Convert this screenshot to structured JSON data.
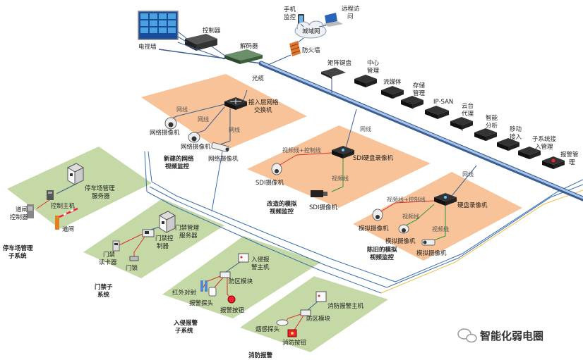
{
  "top": {
    "tv_wall": "电视墙",
    "controller": "控制器",
    "decoder": "解码器",
    "phone_line1": "手机",
    "phone_line2": "监控",
    "wan": "城域网",
    "remote_line1": "远程访",
    "remote_line2": "问",
    "firewall": "防火墙",
    "fiber": "光缆"
  },
  "backbone_modules": [
    {
      "lines": [
        "矩阵键盘"
      ]
    },
    {
      "lines": [
        "中心",
        "管理"
      ]
    },
    {
      "lines": [
        "流媒体"
      ]
    },
    {
      "lines": [
        "存储",
        "管理"
      ]
    },
    {
      "lines": [
        "IP-SAN"
      ]
    },
    {
      "lines": [
        "云台",
        "代理"
      ]
    },
    {
      "lines": [
        "智能",
        "分析"
      ]
    },
    {
      "lines": [
        "移动",
        "接入"
      ]
    },
    {
      "lines": [
        "子系统接",
        "入管理"
      ]
    },
    {
      "lines": [
        "报警管",
        "理"
      ]
    }
  ],
  "zone_network": {
    "switch_line1": "接入层网络",
    "switch_line2": "交换机",
    "wire": "网线",
    "cams": [
      "网络摄像机",
      "网络摄像机",
      "网络摄像机"
    ],
    "title_line1": "新建的网络",
    "title_line2": "视频监控"
  },
  "zone_sdi": {
    "wire_net": "网线",
    "wire_video_ctrl": "视频线+控制线",
    "wire_video": "视频线",
    "recorder": "SDI硬盘录像机",
    "cams": [
      "SDI摄像机",
      "SDI摄像机"
    ],
    "title_line1": "改造的模拟",
    "title_line2": "视频监控"
  },
  "zone_analog": {
    "wire_net": "网线",
    "wire_video_ctrl": "视频线+控制线",
    "wire_video": "视频线",
    "recorder": "硬盘录像机",
    "cams": [
      "模拟摄像机",
      "模拟摄像机",
      "模拟摄像机"
    ],
    "title_line1": "陈旧的模拟",
    "title_line2": "视频监控"
  },
  "zone_parking": {
    "server_line1": "停车场管理",
    "server_line2": "服务器",
    "host": "控制主机",
    "gate_ctrl_line1": "道闸",
    "gate_ctrl_line2": "控制器",
    "gate": "道闸",
    "title_line1": "停车场管理",
    "title_line2": "子系统"
  },
  "zone_access": {
    "server_line1": "门禁管理",
    "server_line2": "服务器",
    "ctrl_line1": "门禁控",
    "ctrl_line2": "制器",
    "reader_line1": "门禁",
    "reader_line2": "读卡器",
    "lock": "门锁",
    "title_line1": "门禁子",
    "title_line2": "系统"
  },
  "zone_intrusion": {
    "host_line1": "入侵报",
    "host_line2": "警主机",
    "module": "防区模块",
    "ir": "红外对射",
    "probe": "报警探头",
    "button": "报警按钮",
    "title_line1": "入侵报警",
    "title_line2": "子系统"
  },
  "zone_fire": {
    "host": "消防报警主机",
    "module": "防区模块",
    "smoke": "烟感探头",
    "button": "消防按钮",
    "title": "消防报警"
  },
  "watermark": "智能化弱电圈"
}
